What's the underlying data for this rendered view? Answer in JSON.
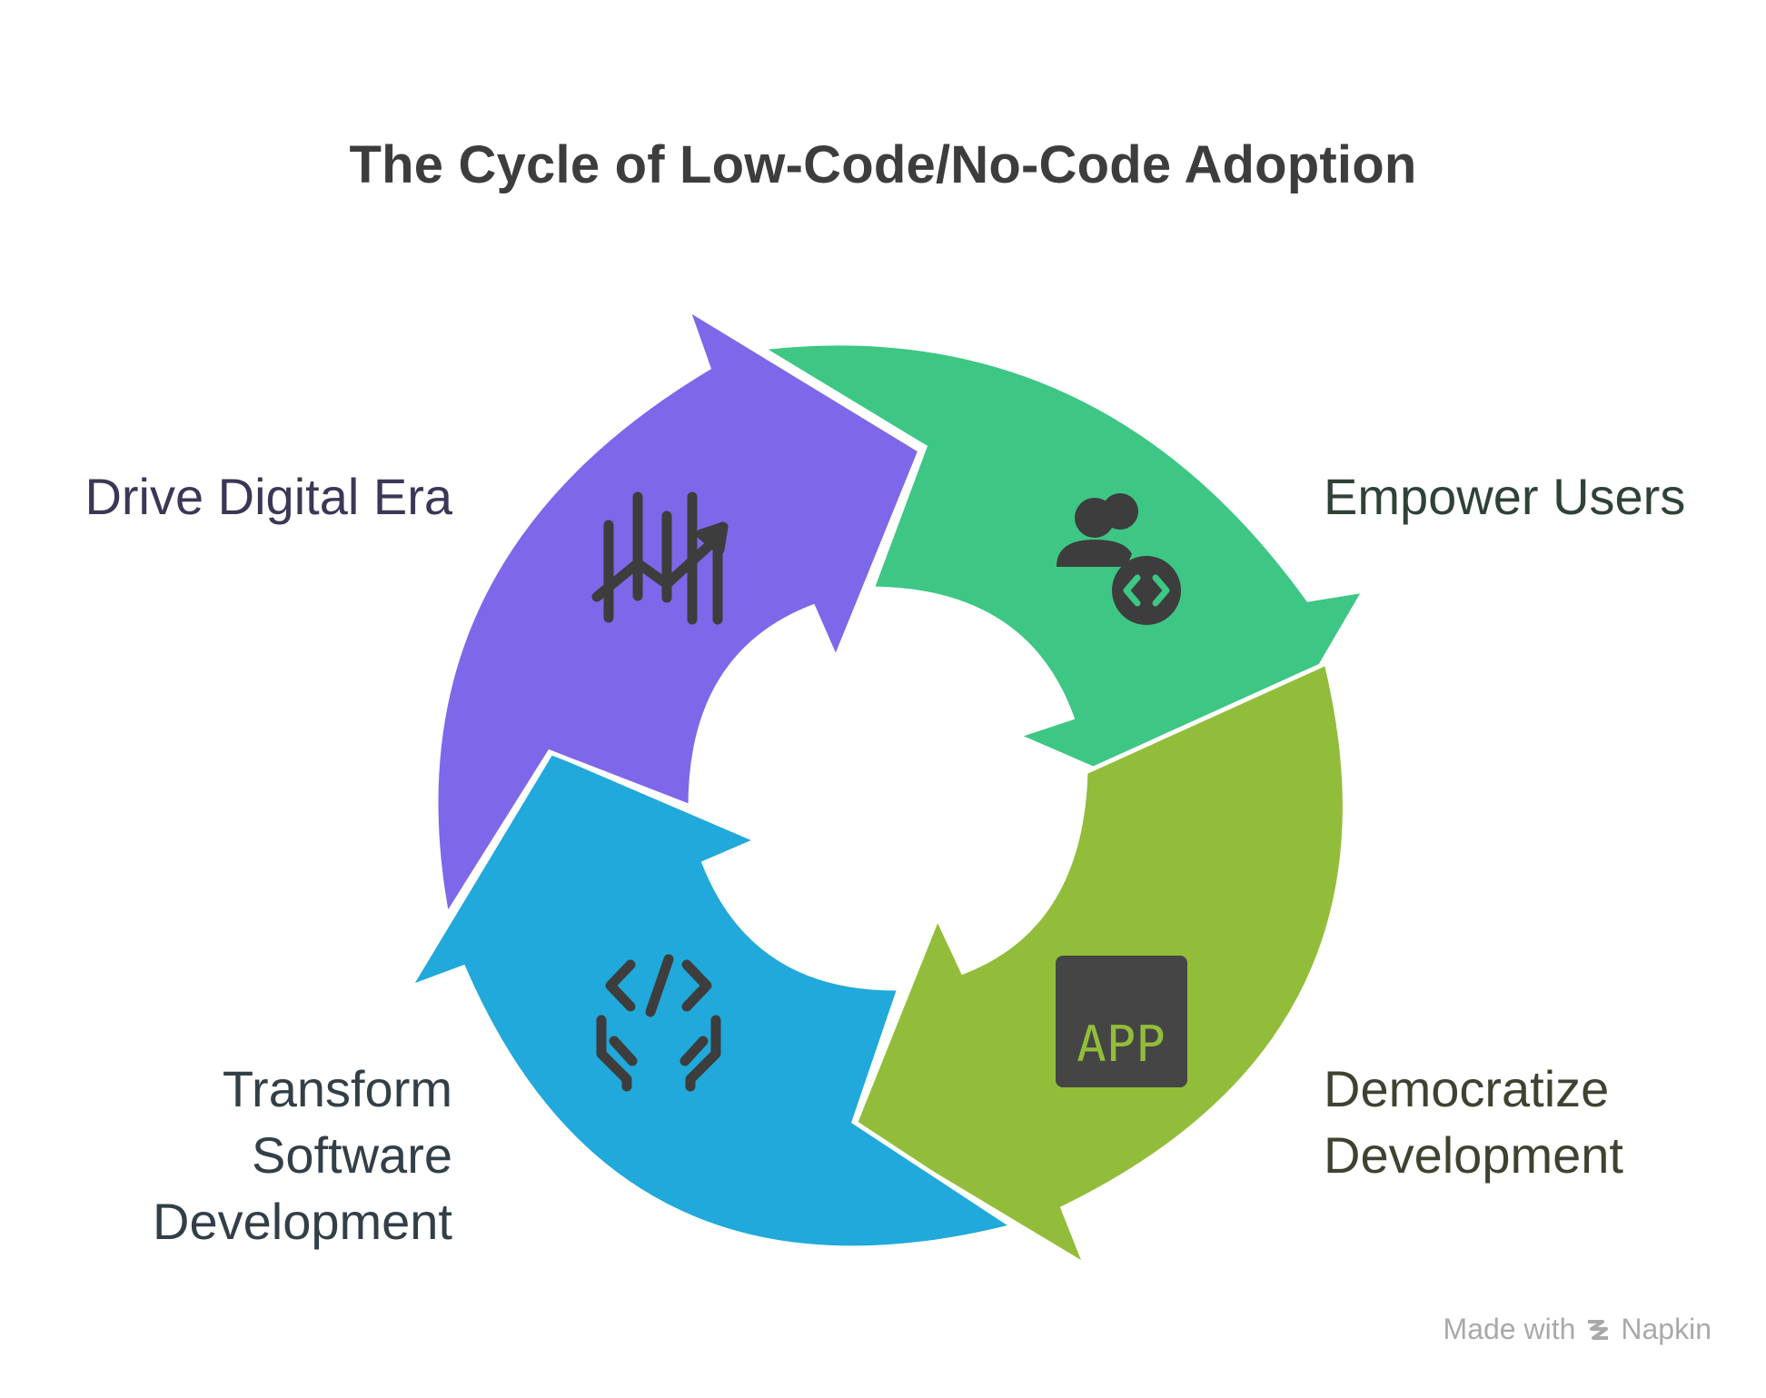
{
  "title": "The Cycle of Low-Code/No-Code Adoption",
  "steps": [
    {
      "label_lines": [
        "Drive Digital Era"
      ],
      "icon": "chart-trend-up-icon",
      "color": "#7F67E9"
    },
    {
      "label_lines": [
        "Empower Users"
      ],
      "icon": "users-code-icon",
      "color": "#3EC684"
    },
    {
      "label_lines": [
        "Democratize",
        "Development"
      ],
      "icon": "app-icon",
      "icon_text": "APP",
      "color": "#92BD3A"
    },
    {
      "label_lines": [
        "Transform",
        "Software",
        "Development"
      ],
      "icon": "code-hands-icon",
      "color": "#20A9DA"
    }
  ],
  "watermark": {
    "prefix": "Made with",
    "brand": "Napkin"
  }
}
